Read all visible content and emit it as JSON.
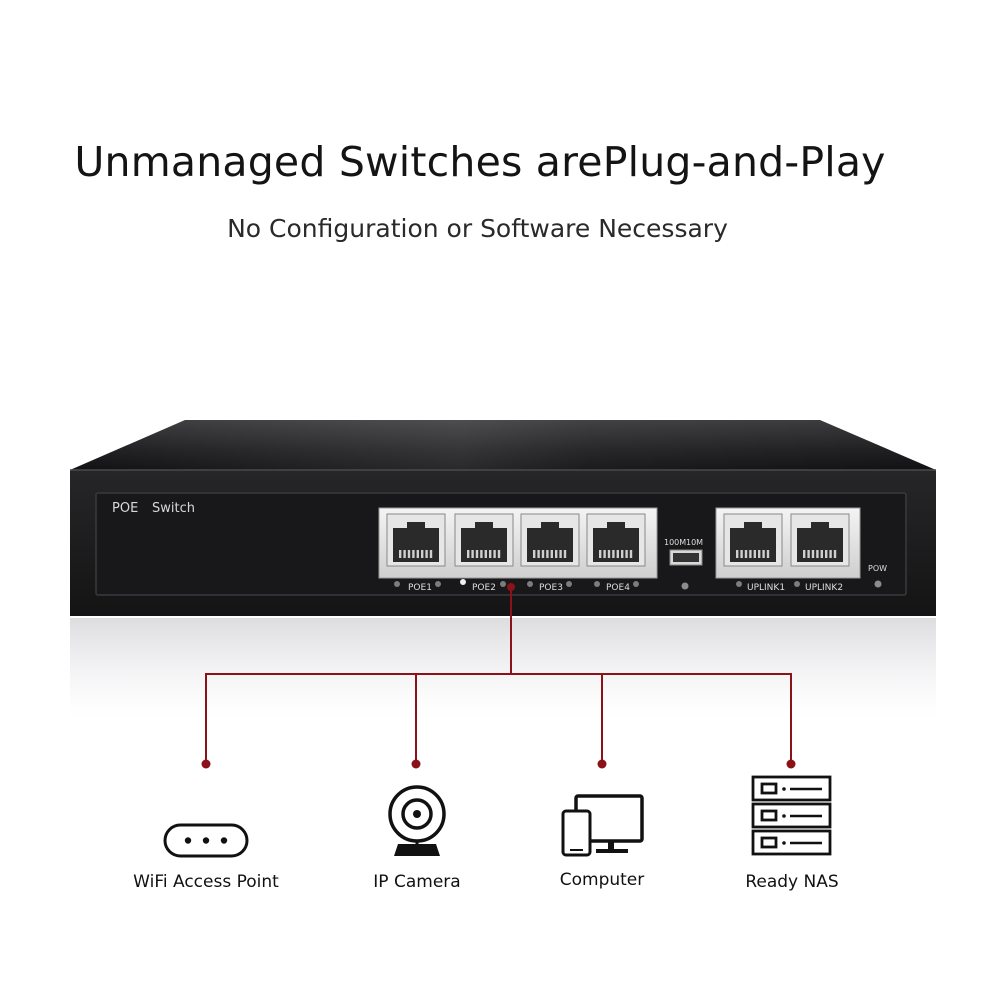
{
  "headline": "Unmanaged Switches arePlug-and-Play",
  "subheadline": "No Configuration or Software Necessary",
  "switch": {
    "brand_label": "POE",
    "type_label": "Switch",
    "ports": [
      "POE1",
      "POE2",
      "POE3",
      "POE4"
    ],
    "speed_labels": [
      "100M",
      "10M"
    ],
    "uplinks": [
      "UPLINK1",
      "UPLINK2"
    ],
    "power_label": "POW"
  },
  "devices": [
    {
      "label": "WiFi Access Point",
      "icon": "wifi-access-point-icon"
    },
    {
      "label": "IP Camera",
      "icon": "ip-camera-icon"
    },
    {
      "label": "Computer",
      "icon": "computer-icon"
    },
    {
      "label": "Ready NAS",
      "icon": "nas-icon"
    }
  ],
  "colors": {
    "connector": "#8b1218",
    "chassis": "#1c1c1e"
  }
}
